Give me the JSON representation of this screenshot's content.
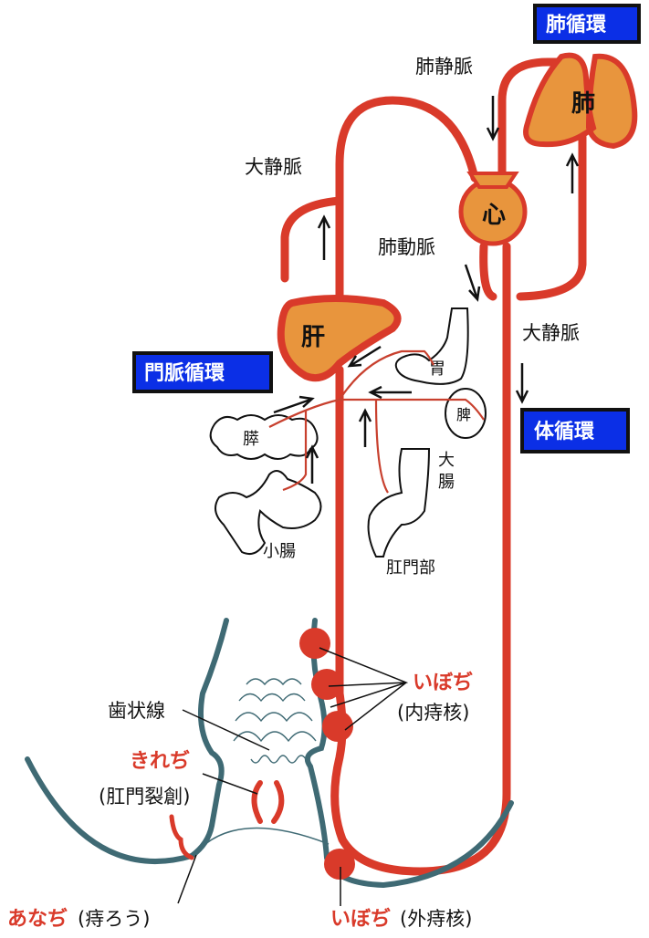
{
  "boxes": {
    "pulmonary": "肺循環",
    "portal": "門脈循環",
    "systemic": "体循環"
  },
  "organs": {
    "liver": "肝",
    "lung": "肺",
    "heart": "心",
    "stomach": "胃",
    "spleen": "脾",
    "pancreas": "膵",
    "large_intestine": "大腸",
    "small_intestine": "小腸",
    "anus": "肛門部"
  },
  "vessels": {
    "pulmonary_vein": "肺静脈",
    "vena_cava_upper": "大静脈",
    "pulmonary_artery": "肺動脈",
    "vena_cava_right": "大静脈"
  },
  "anatomy": {
    "dentate_line": "歯状線"
  },
  "conditions": {
    "fissure": {
      "name": "きれぢ",
      "term": "(肛門裂創)"
    },
    "internal": {
      "name": "いぼぢ",
      "term": "(内痔核)"
    },
    "fistula": {
      "name": "あなぢ",
      "term": "(痔ろう)"
    },
    "external": {
      "name": "いぼぢ",
      "term": "(外痔核)"
    }
  },
  "colors": {
    "vessel": "#d93a2a",
    "organ_fill": "#e8953d",
    "box": "#0b2fe6",
    "tissue": "#3f6a74"
  }
}
